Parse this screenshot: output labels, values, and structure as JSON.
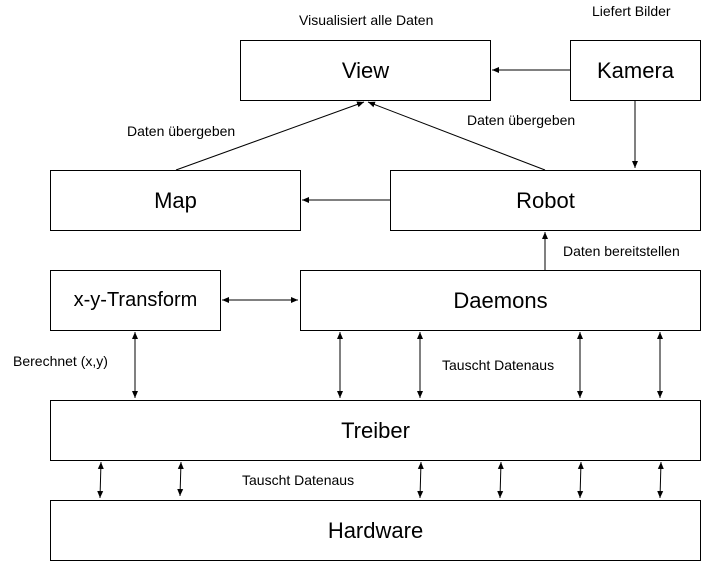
{
  "nodes": {
    "view": "View",
    "kamera": "Kamera",
    "map": "Map",
    "robot": "Robot",
    "xy_transform": "x-y-Transform",
    "daemons": "Daemons",
    "treiber": "Treiber",
    "hardware": "Hardware"
  },
  "labels": {
    "visualisiert": "Visualisiert alle Daten",
    "liefert": "Liefert Bilder",
    "daten_uebergeben_left": "Daten übergeben",
    "daten_uebergeben_right": "Daten übergeben",
    "daten_bereitstellen": "Daten bereitstellen",
    "berechnet": "Berechnet (x,y)",
    "tauscht_upper": "Tauscht Datenaus",
    "tauscht_lower": "Tauscht Datenaus"
  }
}
